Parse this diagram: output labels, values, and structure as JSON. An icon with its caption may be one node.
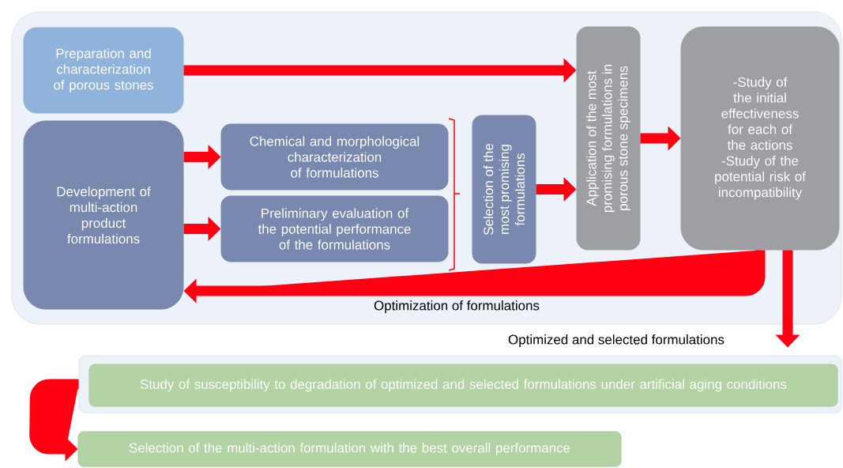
{
  "diagram": {
    "nodes": [
      {
        "text": [],
        "shape": "box"
      },
      {
        "text": [
          "Preparation and characterization of porous stones"
        ],
        "in": 0
      },
      {
        "text": [
          "Development of multi-action product formulations"
        ],
        "in": 0
      },
      {
        "text": [
          "Chemical and morphological characterization of formulations"
        ],
        "in": 0
      },
      {
        "text": [
          "Preliminary evaluation of the potential performance of the formulations"
        ],
        "in": 0
      },
      {
        "text": [
          "Selection of the most promising formulations"
        ],
        "in": 0
      },
      {
        "text": [
          "Application of the most promising formulations in porous stone specimens"
        ],
        "in": 0
      },
      {
        "text": [
          "-Study of the initial effectiveness for each of the actions",
          "-Study of the potential risk of incompatibility"
        ],
        "in": 0
      },
      {
        "text": [],
        "shape": "box"
      },
      {
        "text": [
          "Study of susceptibility to degradation of optimized and selected formulations under artificial aging conditions"
        ],
        "in": 8
      },
      {
        "text": [
          "Selection of the multi-action formulation with the best overall performance"
        ]
      }
    ],
    "edges": [
      {
        "from": 1,
        "to": 6,
        "arrow": "to"
      },
      {
        "from": 2,
        "to": 3,
        "arrow": "to"
      },
      {
        "from": 2,
        "to": 4,
        "arrow": "to"
      },
      {
        "from": 5,
        "to": 6,
        "arrow": "to"
      },
      {
        "from": 6,
        "to": 7,
        "arrow": "to"
      },
      {
        "from": 7,
        "to": 2,
        "arrow": "to",
        "label": "Optimization of formulations"
      },
      {
        "from": 7,
        "to": 8,
        "arrow": "to",
        "label": "Optimized and selected formulations"
      },
      {
        "from": 8,
        "to": 10,
        "arrow": "to"
      }
    ]
  }
}
